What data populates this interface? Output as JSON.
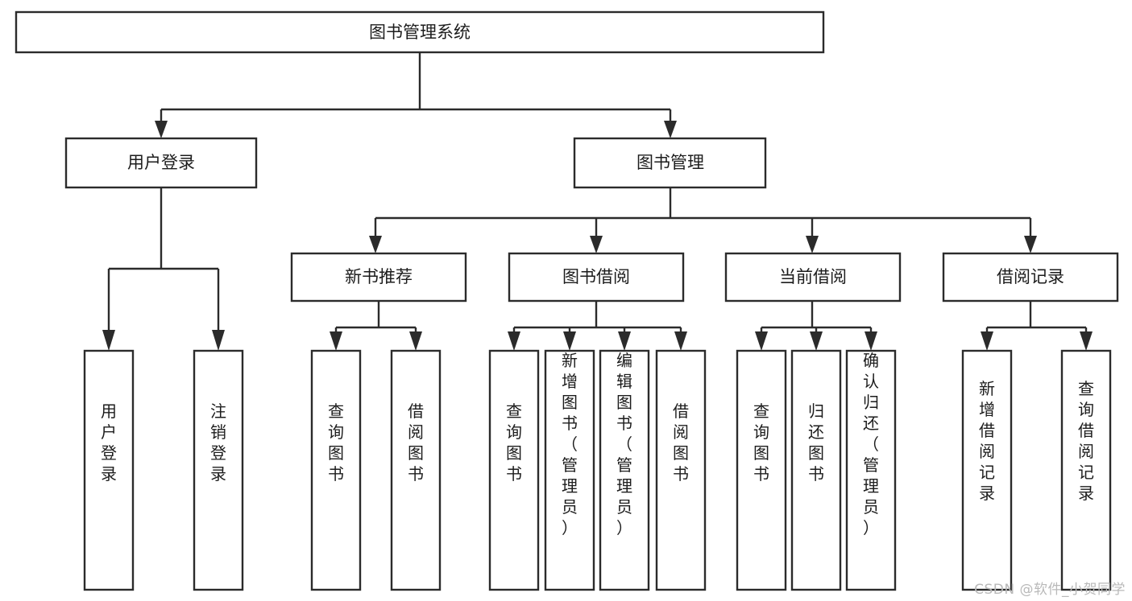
{
  "diagram": {
    "type": "tree",
    "title": "图书管理系统",
    "watermark": "CSDN @软件_小贺同学",
    "colors": {
      "stroke": "#2b2b2b",
      "fill": "#ffffff",
      "text": "#1c1c1c",
      "watermark": "#b9b9b9"
    },
    "root": {
      "label": "图书管理系统"
    },
    "level2": [
      {
        "label": "用户登录"
      },
      {
        "label": "图书管理"
      }
    ],
    "level3": [
      {
        "label": "新书推荐"
      },
      {
        "label": "图书借阅"
      },
      {
        "label": "当前借阅"
      },
      {
        "label": "借阅记录"
      }
    ],
    "leaves": {
      "user_login": [
        {
          "label": "用户登录"
        },
        {
          "label": "注销登录"
        }
      ],
      "new_book": [
        {
          "label": "查询图书"
        },
        {
          "label": "借阅图书"
        }
      ],
      "book_borrow": [
        {
          "label": "查询图书"
        },
        {
          "label": "新增图书（管理员）"
        },
        {
          "label": "编辑图书（管理员）"
        },
        {
          "label": "借阅图书"
        }
      ],
      "current_borrow": [
        {
          "label": "查询图书"
        },
        {
          "label": "归还图书"
        },
        {
          "label": "确认归还（管理员）"
        }
      ],
      "borrow_record": [
        {
          "label": "新增借阅记录"
        },
        {
          "label": "查询借阅记录"
        }
      ]
    }
  }
}
